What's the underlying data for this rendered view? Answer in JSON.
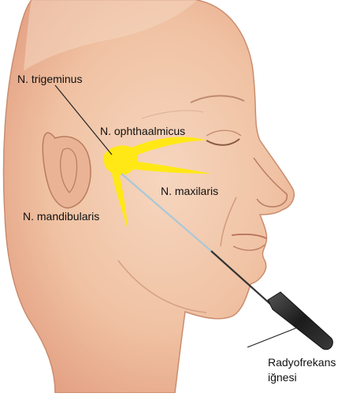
{
  "labels": {
    "trigeminus": "N. trigeminus",
    "ophthalmicus": "N. ophthaalmicus",
    "maxilaris": "N. maxilaris",
    "mandibularis": "N. mandibularis",
    "needle_line1": "Radyofrekans",
    "needle_line2": "iğnesi"
  },
  "colors": {
    "skin": "#f2c6a8",
    "skin_shadow": "#e3a386",
    "nerve": "#ffe815",
    "needle_shaft": "#a8c8d8",
    "needle_handle": "#2a2a2a",
    "outline": "#b07a60"
  }
}
